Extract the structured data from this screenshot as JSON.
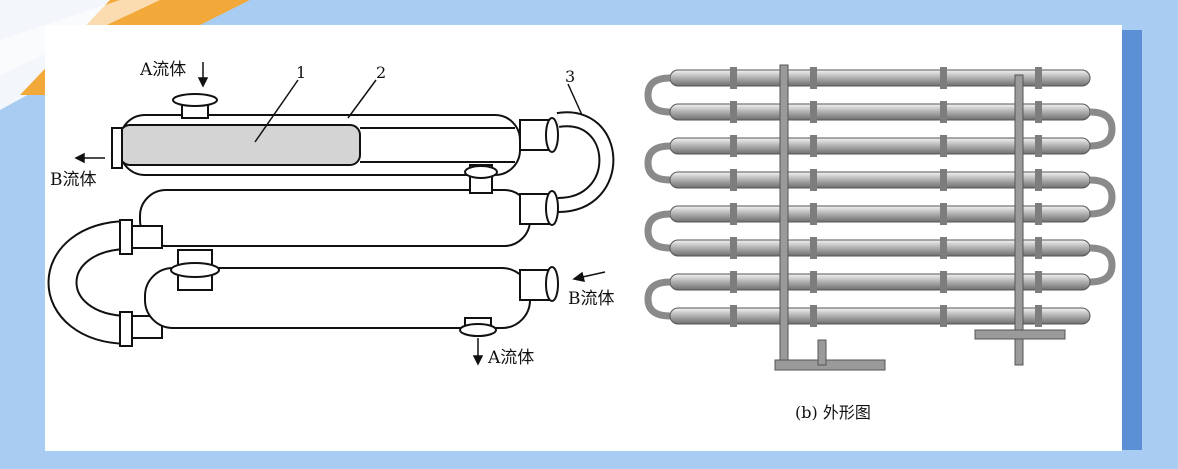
{
  "diagram": {
    "labels": {
      "a_in": "A流体",
      "b_out": "B流体",
      "b_in": "B流体",
      "a_out": "A流体"
    },
    "part_numbers": [
      "1",
      "2",
      "3"
    ]
  },
  "photo": {
    "caption": "(b) 外形图"
  }
}
